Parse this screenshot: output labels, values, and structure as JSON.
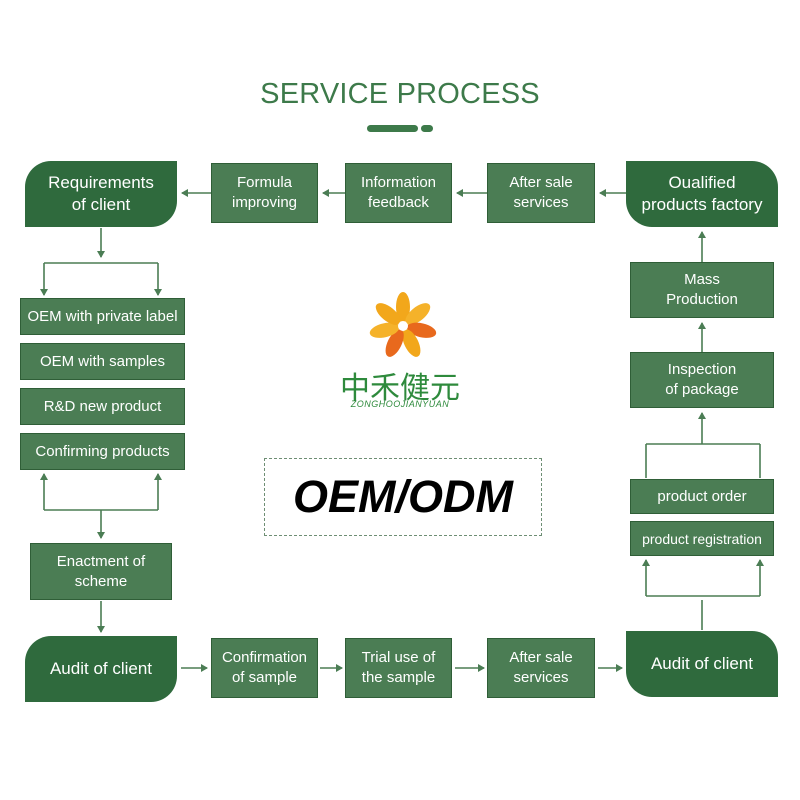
{
  "title": "SERVICE PROCESS",
  "center_label": "OEM/ODM",
  "logo": {
    "chinese_text": "中禾健元",
    "latin_text": "ZONGHOOJIANYUAN",
    "petal_colors": [
      "#f2a71b",
      "#e8691d"
    ]
  },
  "colors": {
    "box_fill": "#4b7d54",
    "big_box_fill": "#2f6a3d",
    "title": "#3d7a4a",
    "arrow": "#4b7d54"
  },
  "steps": {
    "requirements": "Requirements\nof client",
    "formula": "Formula\nimproving",
    "info_feedback": "Information\nfeedback",
    "after_sale_top": "After sale\nservices",
    "qualified": "Oualified\nproducts factory",
    "oem_private": "OEM with private label",
    "oem_samples": "OEM with samples",
    "rd_new": "R&D new product",
    "confirming": "Confirming products",
    "enactment": "Enactment of\nscheme",
    "audit_left": "Audit of client",
    "confirmation": "Confirmation\nof sample",
    "trial": "Trial use of\nthe sample",
    "after_sale_bottom": "After sale\nservices",
    "audit_right": "Audit of client",
    "mass": "Mass\nProduction",
    "inspection": "Inspection\nof package",
    "product_order": "product order",
    "product_registration": "product registration"
  }
}
